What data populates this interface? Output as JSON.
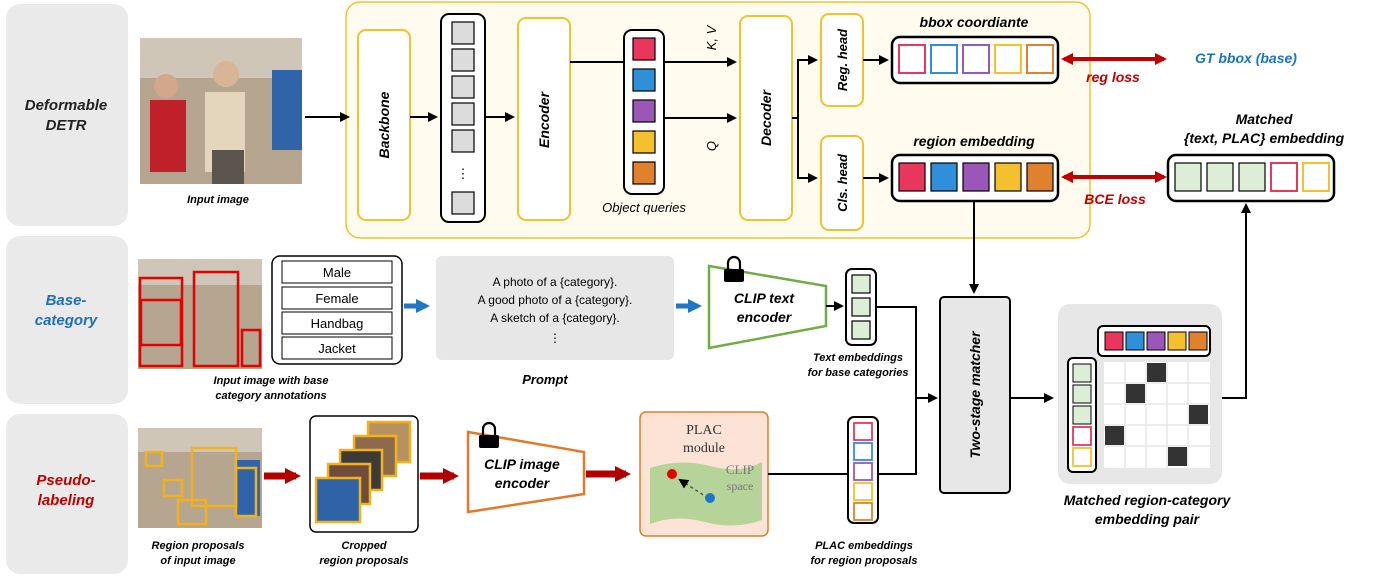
{
  "rows": {
    "detr": "Deformable DETR",
    "base": "Base-category",
    "pseudo": "Pseudo-labeling"
  },
  "detr": {
    "input_caption": "Input image",
    "backbone": "Backbone",
    "encoder": "Encoder",
    "decoder": "Decoder",
    "object_queries": "Object queries",
    "kv_label": "K, V",
    "q_label": "Q",
    "ellipsis": "⋮",
    "reg_head": "Reg. head",
    "cls_head": "Cls. head",
    "bbox_title": "bbox coordiante",
    "region_embedding_title": "region embedding",
    "reg_loss": "reg loss",
    "gt_bbox": "GT bbox (base)",
    "bce_loss": "BCE loss",
    "matched_title_1": "Matched",
    "matched_title_2": "{text, PLAC} embedding"
  },
  "base": {
    "input_caption_1": "Input image with base",
    "input_caption_2": "category annotations",
    "categories": [
      "Male",
      "Female",
      "Handbag",
      "Jacket"
    ],
    "prompts": [
      "A photo of a {category}.",
      "A good photo of a {category}.",
      "A sketch of a {category}."
    ],
    "prompt_ellipsis": "⋮",
    "prompt_caption": "Prompt",
    "clip_text_1": "CLIP text",
    "clip_text_2": "encoder",
    "text_emb_caption_1": "Text embeddings",
    "text_emb_caption_2": "for base categories"
  },
  "pseudo": {
    "proposals_caption_1": "Region proposals",
    "proposals_caption_2": "of input image",
    "cropped_caption_1": "Cropped",
    "cropped_caption_2": "region proposals",
    "clip_image_1": "CLIP image",
    "clip_image_2": "encoder",
    "plac_module_1": "PLAC",
    "plac_module_2": "module",
    "clip_space_1": "CLIP",
    "clip_space_2": "space",
    "plac_emb_caption_1": "PLAC embeddings",
    "plac_emb_caption_2": "for region proposals"
  },
  "matcher": {
    "label": "Two-stage matcher",
    "caption_1": "Matched region-category",
    "caption_2": "embedding pair"
  },
  "colors": {
    "region": [
      "#e8365d",
      "#2f8fd8",
      "#9a57b8",
      "#f5c02e",
      "#e0812e"
    ],
    "text_emb": "#dcefd6",
    "plac": [
      "#e8365d",
      "#2f8fd8",
      "#9a57b8",
      "#f5c02e",
      "#e0812e"
    ],
    "loss_red": "#c00000",
    "gt_blue": "#1a73c8",
    "yellow_border": "#f2c12e",
    "green_border": "#70ad47",
    "orange_border": "#e07b2b",
    "row_blue": "#1f6fb8",
    "row_red": "#c00000"
  }
}
